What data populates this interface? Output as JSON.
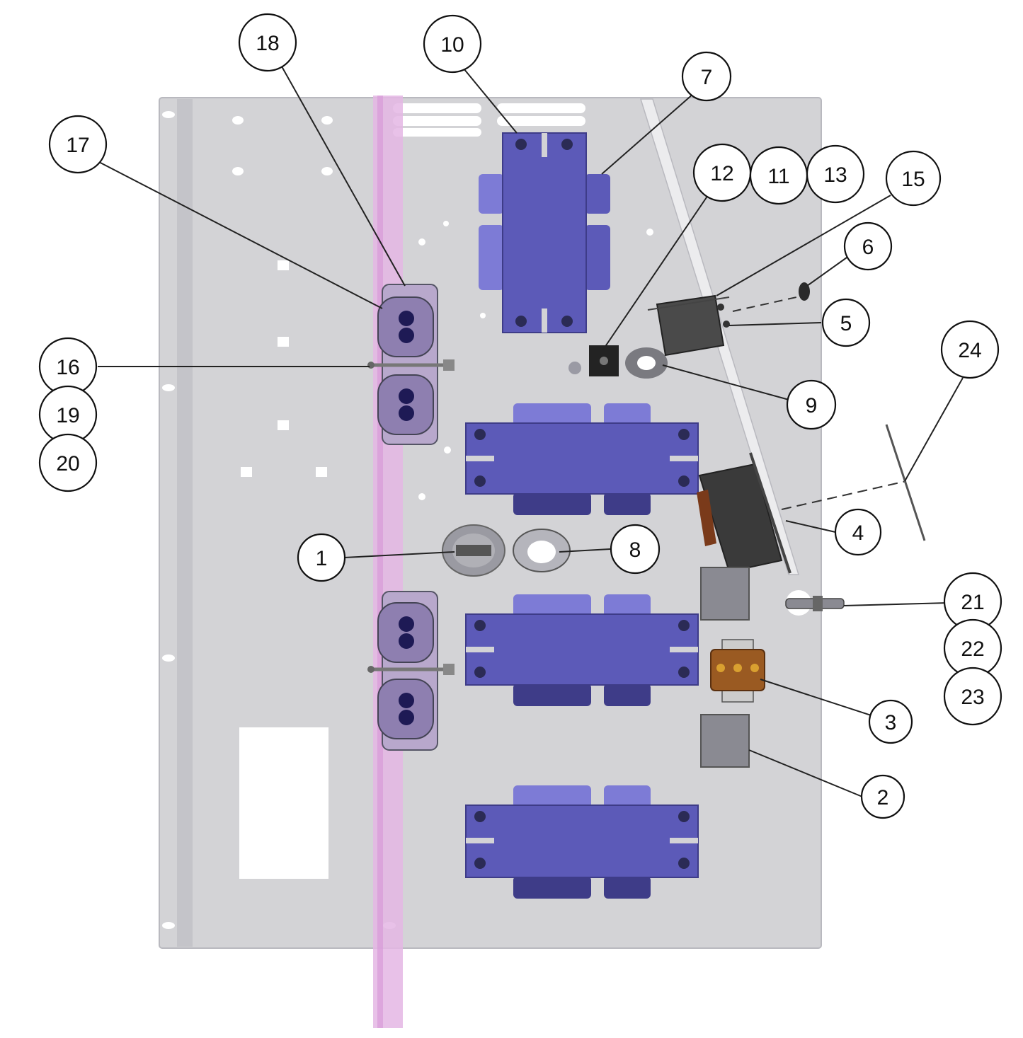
{
  "colors": {
    "panel": "#d3d3d6",
    "panel_edge": "#b9b9bf",
    "rail": "#e4b6e4",
    "transformer": "#5c5ab8",
    "transformer_light": "#7d7bd6",
    "transformer_dark": "#3e3c88",
    "outlet": "#8e7fb0",
    "relay": "#3b3b3b",
    "terminal": "#9a5a22",
    "plate": "#8a8a92"
  },
  "callouts": [
    {
      "id": "c1",
      "label": "1"
    },
    {
      "id": "c2",
      "label": "2"
    },
    {
      "id": "c3",
      "label": "3"
    },
    {
      "id": "c4",
      "label": "4"
    },
    {
      "id": "c5",
      "label": "5"
    },
    {
      "id": "c6",
      "label": "6"
    },
    {
      "id": "c7",
      "label": "7"
    },
    {
      "id": "c8",
      "label": "8"
    },
    {
      "id": "c9",
      "label": "9"
    },
    {
      "id": "c10",
      "label": "10"
    },
    {
      "id": "c11",
      "label": "11"
    },
    {
      "id": "c12",
      "label": "12"
    },
    {
      "id": "c13",
      "label": "13"
    },
    {
      "id": "c15",
      "label": "15"
    },
    {
      "id": "c16",
      "label": "16"
    },
    {
      "id": "c17",
      "label": "17"
    },
    {
      "id": "c18",
      "label": "18"
    },
    {
      "id": "c19",
      "label": "19"
    },
    {
      "id": "c20",
      "label": "20"
    },
    {
      "id": "c21",
      "label": "21"
    },
    {
      "id": "c22",
      "label": "22"
    },
    {
      "id": "c23",
      "label": "23"
    },
    {
      "id": "c24",
      "label": "24"
    }
  ]
}
